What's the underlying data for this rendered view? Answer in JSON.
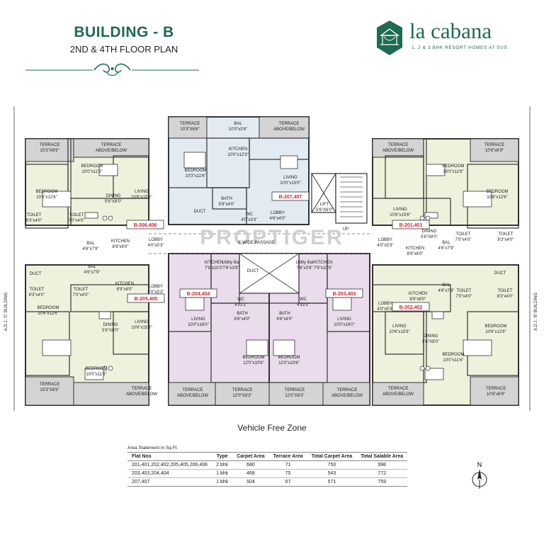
{
  "header": {
    "title": "BUILDING - B",
    "subtitle": "2ND & 4TH FLOOR PLAN"
  },
  "logo": {
    "name": "la cabana",
    "tagline": "1, 2 & 3 BHK RESORT HOMES AT SUS"
  },
  "watermark": "PROPTIGER",
  "plan": {
    "labels": [
      [
        "TERRACE",
        "10'3\"X6'9\""
      ],
      [
        "TERRACE",
        "ABOVE/BELOW"
      ],
      [
        "BEDROOM",
        "10'0\"x11'6\""
      ],
      [
        "BEDROOM",
        "10'6\"x12'6\""
      ],
      [
        "DINING",
        "5'6\"X8'0\""
      ],
      [
        "LIVING",
        "10'6\"x15'6\""
      ],
      [
        "TOILET",
        "8'3\"x4'0\""
      ],
      [
        "TOILET",
        "7'0\"x4'0\""
      ],
      [
        "B-206,406"
      ],
      [
        "KITCHEN",
        "8'9\"x8'0\""
      ],
      [
        "LOBBY",
        "4'0\"x5'3\""
      ],
      [
        "BAL",
        "4'6\"x7'9\""
      ],
      [
        "TERRACE",
        "10'3\"X6'6\""
      ],
      [
        "BAL",
        "10'0\"x3'6\""
      ],
      [
        "TERRACE",
        "ABOVE/BELOW"
      ],
      [
        "KITCHEN",
        "10'0\"x12'3\""
      ],
      [
        "BEDROOM",
        "10'3\"x11'6\""
      ],
      [
        "LIVING",
        "10'0\"x15'0\""
      ],
      [
        "B-207,407"
      ],
      [
        "BATH",
        "5'9\"x4'0\""
      ],
      [
        "WC",
        "4'0\"x3'3\""
      ],
      [
        "LOBBY",
        "4'6\"x4'0\""
      ],
      [
        "DUCT"
      ],
      [
        "LIFT",
        "5'6\"X6'0\""
      ],
      [
        "UP"
      ],
      [
        "6' WIDE PASSAGE"
      ],
      [
        "TERRACE",
        "ABOVE/BELOW"
      ],
      [
        "TERRACE",
        "10'6\"x6'9\""
      ],
      [
        "BEDROOM",
        "10'0\"x11'6\""
      ],
      [
        "BEDROOM",
        "10'6\"x12'6\""
      ],
      [
        "LIVING",
        "10'6\"x15'6\""
      ],
      [
        "DINING",
        "5'6\"X8'0\""
      ],
      [
        "B-201,401"
      ],
      [
        "LOBBY",
        "4'0\"x5'3\""
      ],
      [
        "KITCHEN",
        "8'9\"x8'0\""
      ],
      [
        "TOILET",
        "7'0\"x4'0\""
      ],
      [
        "TOILET",
        "8'3\"x4'0\""
      ],
      [
        "BAL",
        "4'6\"x7'9\""
      ],
      [
        "DUCT"
      ],
      [
        "BAL",
        "4'6\"x7'9\""
      ],
      [
        "KITCHEN",
        "8'9\"x8'0\""
      ],
      [
        "TOILET",
        "8'3\"x4'0\""
      ],
      [
        "TOILET",
        "7'0\"x4'0\""
      ],
      [
        "LOBBY",
        "4'0\"x5'3\""
      ],
      [
        "B-205,405"
      ],
      [
        "BEDROOM",
        "10'6\"x12'6\""
      ],
      [
        "DINING",
        "5'6\"X8'0\""
      ],
      [
        "LIVING",
        "10'6\"x15'6\""
      ],
      [
        "BEDROOM",
        "10'0\"x11'6\""
      ],
      [
        "TERRACE",
        "10'3\"X6'9\""
      ],
      [
        "TERRACE",
        "ABOVE/BELOW"
      ],
      [
        "KITCHEN",
        "7'9\"x10'0\""
      ],
      [
        "Utility Bal",
        "7'6\"x3'9\""
      ],
      [
        "WC",
        "4'x3'3\""
      ],
      [
        "DUCT"
      ],
      [
        "B-204,404"
      ],
      [
        "BATH",
        "6'6\"x4'0\""
      ],
      [
        "LIVING",
        "10'0\"x16'0\""
      ],
      [
        "BEDROOM",
        "12'0\"x10'6\""
      ],
      [
        "TERRACE",
        "ABOVE/BELOW"
      ],
      [
        "TERRACE",
        "12'0\"X8'3\""
      ],
      [
        "Utility Bal",
        "7'6\"x3'9\""
      ],
      [
        "KITCHEN",
        "7'9\"x10'0\""
      ],
      [
        "WC",
        "4'x3'3\""
      ],
      [
        "BATH",
        "6'6\"x4'0\""
      ],
      [
        "B-203,403"
      ],
      [
        "LIVING",
        "10'0\"x16'0\""
      ],
      [
        "BEDROOM",
        "12'0\"x10'6\""
      ],
      [
        "TERRACE",
        "12'0\"X8'3\""
      ],
      [
        "TERRACE",
        "ABOVE/BELOW"
      ],
      [
        "KITCHEN",
        "8'9\"x8'0\""
      ],
      [
        "BAL",
        "4'6\"x7'9\""
      ],
      [
        "LOBBY",
        "4'0\"x5'3\""
      ],
      [
        "TOILET",
        "7'0\"x4'0\""
      ],
      [
        "TOILET",
        "8'3\"x4'0\""
      ],
      [
        "B-202,402"
      ],
      [
        "LIVING",
        "10'6\"x15'6\""
      ],
      [
        "DINING",
        "5'6\"X8'0\""
      ],
      [
        "BEDROOM",
        "10'6\"x12'6\""
      ],
      [
        "BEDROOM",
        "10'0\"x11'6\""
      ],
      [
        "TERRACE",
        "ABOVE/BELOW"
      ],
      [
        "TERRACE",
        "10'6\"x6'9\""
      ],
      [
        "DUCT"
      ]
    ],
    "side_left": "A.D.J. 'C' BUILDING",
    "side_right": "A.D.J. 'B' BUILDING"
  },
  "vehicle_free_zone": "Vehicle Free Zone",
  "area_statement": {
    "caption": "Area Statement in Sq.Ft.",
    "headers": [
      "Flat Nos",
      "Type",
      "Carpet Area",
      "Terrace Area",
      "Total Carpet Area",
      "Total Salable Area"
    ],
    "rows": [
      [
        "201,401,202,402,205,405,206,406",
        "2 bhk",
        "680",
        "71",
        "750",
        "998"
      ],
      [
        "203,403,204,404",
        "1 bhk",
        "468",
        "75",
        "543",
        "772"
      ],
      [
        "207,407",
        "1 bhk",
        "504",
        "67",
        "571",
        "759"
      ]
    ]
  },
  "compass": "N",
  "colors": {
    "brand": "#1f6a52",
    "unit_2bhk": "#eef2dc",
    "unit_1bhk_center": "#eadcec",
    "unit_top": "#e3ebf2",
    "terrace": "#d4d4d4",
    "flat_no": "#d2232a"
  }
}
